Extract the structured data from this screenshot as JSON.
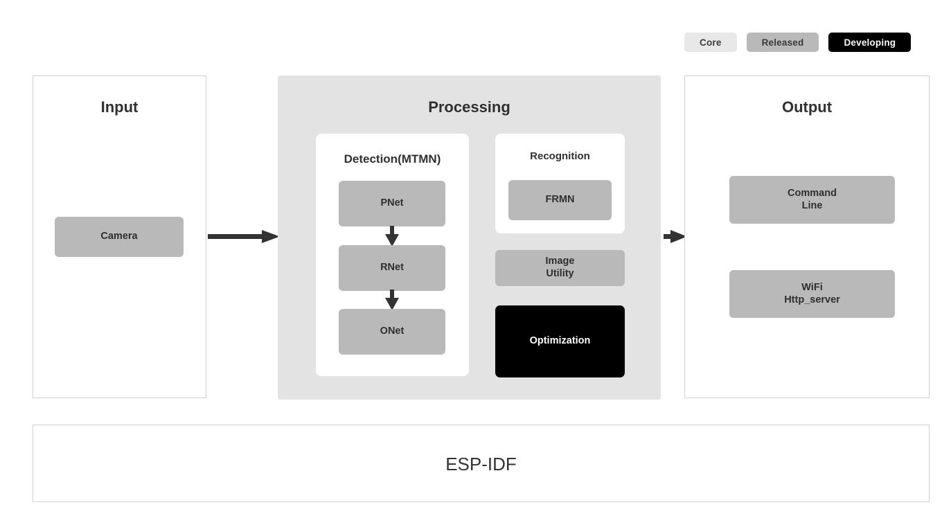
{
  "legend": {
    "items": [
      {
        "label": "Core",
        "color": "#e8e8e8",
        "text_color": "#3a3a3a"
      },
      {
        "label": "Released",
        "color": "#b9b9b9",
        "text_color": "#3a3a3a"
      },
      {
        "label": "Developing",
        "color": "#000000",
        "text_color": "#ffffff"
      }
    ]
  },
  "panels": {
    "input": {
      "title": "Input",
      "nodes": [
        {
          "label": "Camera",
          "status": "Released",
          "color": "#b9b9b9"
        }
      ]
    },
    "processing": {
      "title": "Processing",
      "cards": {
        "detection": {
          "title": "Detection(MTMN)",
          "nodes": [
            {
              "label": "PNet",
              "status": "Released",
              "color": "#b9b9b9"
            },
            {
              "label": "RNet",
              "status": "Released",
              "color": "#b9b9b9"
            },
            {
              "label": "ONet",
              "status": "Released",
              "color": "#b9b9b9"
            }
          ]
        },
        "recognition": {
          "title": "Recognition",
          "nodes": [
            {
              "label": "FRMN",
              "status": "Released",
              "color": "#b9b9b9"
            }
          ]
        }
      },
      "nodes": [
        {
          "label": "Image\nUtility",
          "status": "Released",
          "color": "#b9b9b9"
        },
        {
          "label": "Optimization",
          "status": "Developing",
          "color": "#000000"
        }
      ]
    },
    "output": {
      "title": "Output",
      "nodes": [
        {
          "label": "Command\nLine",
          "status": "Released",
          "color": "#b9b9b9"
        },
        {
          "label": "WiFi\nHttp_server",
          "status": "Released",
          "color": "#b9b9b9"
        }
      ]
    },
    "foundation": {
      "title": "ESP-IDF"
    }
  },
  "arrows": {
    "input_to_processing": "input-to-processing-arrow",
    "processing_to_output": "processing-to-output-arrow",
    "pnet_to_rnet": "pnet-to-rnet-arrow",
    "rnet_to_onet": "rnet-to-onet-arrow"
  },
  "colors": {
    "arrow": "#333333",
    "panel_border": "#d0d0d0",
    "processing_bg": "#e3e3e3",
    "card_bg": "#ffffff",
    "page_bg": "#ffffff"
  }
}
